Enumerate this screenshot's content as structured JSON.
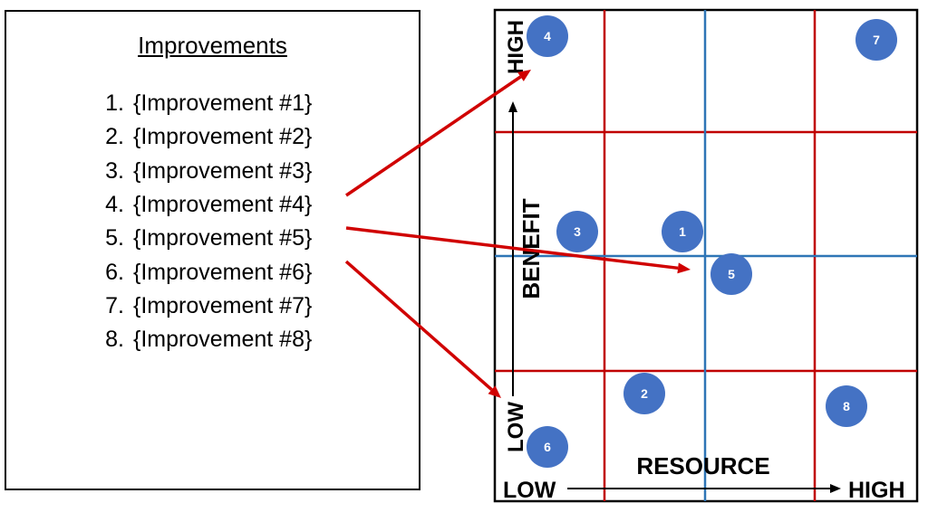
{
  "list": {
    "title": "Improvements",
    "items": [
      {
        "num": "1.",
        "label": "{Improvement #1}"
      },
      {
        "num": "2.",
        "label": "{Improvement #2}"
      },
      {
        "num": "3.",
        "label": "{Improvement #3}"
      },
      {
        "num": "4.",
        "label": "{Improvement #4}"
      },
      {
        "num": "5.",
        "label": "{Improvement #5}"
      },
      {
        "num": "6.",
        "label": "{Improvement #6}"
      },
      {
        "num": "7.",
        "label": "{Improvement #7}"
      },
      {
        "num": "8.",
        "label": "{Improvement #8}"
      }
    ]
  },
  "matrix": {
    "x_axis": {
      "title": "RESOURCE",
      "low": "LOW",
      "high": "HIGH"
    },
    "y_axis": {
      "title": "BENEFIT",
      "low": "LOW",
      "high": "HIGH"
    },
    "markers": [
      {
        "id": "1",
        "label": "1"
      },
      {
        "id": "2",
        "label": "2"
      },
      {
        "id": "3",
        "label": "3"
      },
      {
        "id": "4",
        "label": "4"
      },
      {
        "id": "5",
        "label": "5"
      },
      {
        "id": "6",
        "label": "6"
      },
      {
        "id": "7",
        "label": "7"
      },
      {
        "id": "8",
        "label": "8"
      }
    ],
    "colors": {
      "marker_fill": "#4472c4",
      "grid_red": "#c00000",
      "grid_blue": "#2e75b6",
      "arrow": "#d00000",
      "frame": "#000000"
    },
    "arrows": [
      {
        "from": "4",
        "to": "4"
      },
      {
        "from": "5",
        "to": "5"
      },
      {
        "from": "6",
        "to": "6"
      }
    ]
  }
}
